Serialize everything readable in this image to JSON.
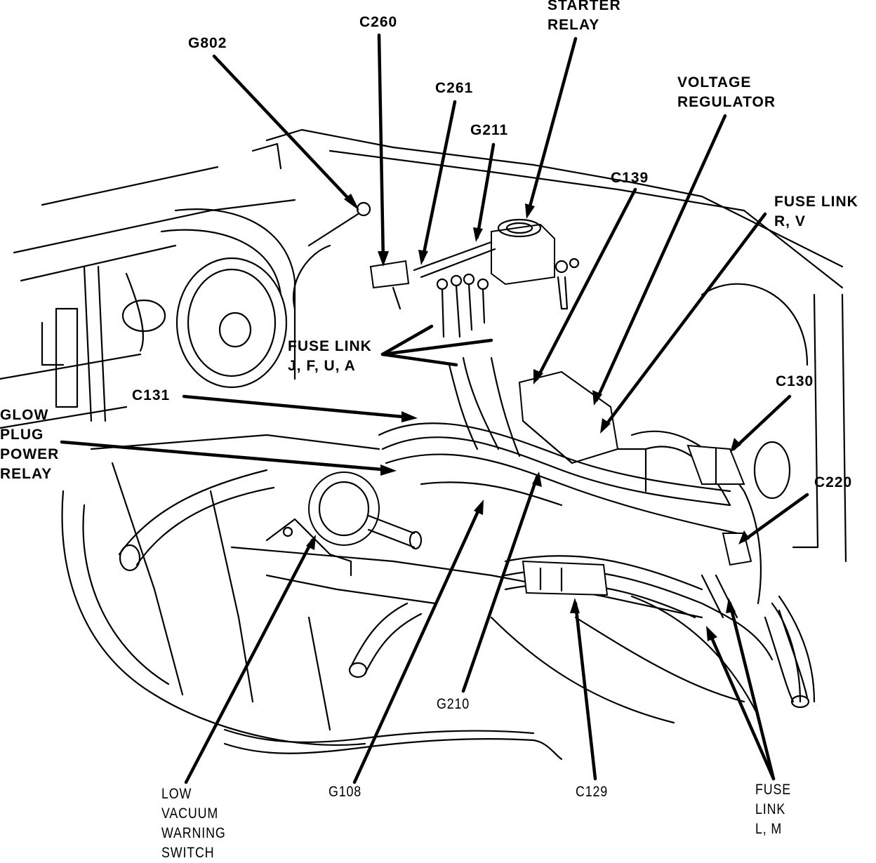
{
  "diagram": {
    "subject": "Engine compartment wiring harness component locations",
    "labels": {
      "g802": "G802",
      "c260": "C260",
      "starter_relay": "STARTER\nRELAY",
      "c261": "C261",
      "g211": "G211",
      "voltage_regulator": "VOLTAGE\nREGULATOR",
      "c139": "C139",
      "fuse_link_rv": "FUSE LINK\nR, V",
      "fuse_link_jfua": "FUSE LINK\nJ, F, U, A",
      "c131": "C131",
      "glow_plug_power_relay": "GLOW\nPLUG\nPOWER\nRELAY",
      "c130": "C130",
      "c220": "C220",
      "g210": "G210",
      "low_vacuum_warning_switch": "LOW\nVACUUM\nWARNING\nSWITCH",
      "g108": "G108",
      "c129": "C129",
      "fuse_link_lm": "FUSE\nLINK\nL, M"
    }
  }
}
